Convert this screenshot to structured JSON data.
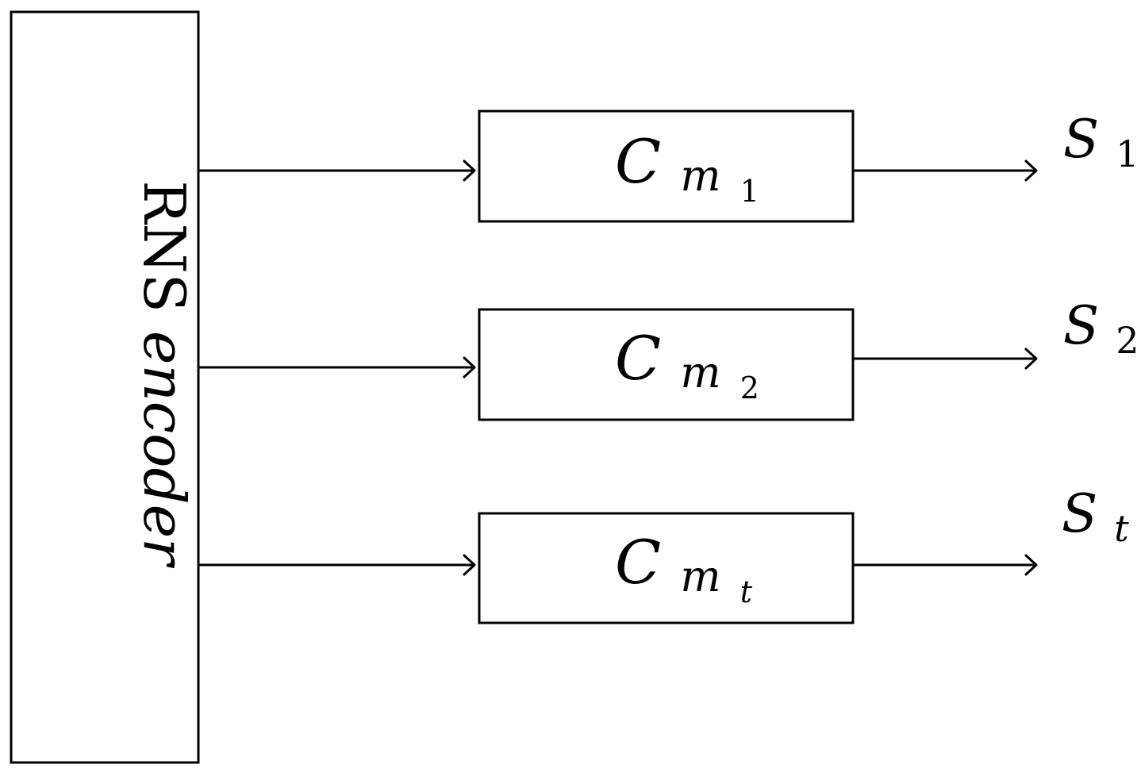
{
  "encoder": {
    "label_main": "RNS",
    "label_italic": "encoder"
  },
  "codes": [
    {
      "letter": "C",
      "base": "m",
      "index": "1"
    },
    {
      "letter": "C",
      "base": "m",
      "index": "2"
    },
    {
      "letter": "C",
      "base": "m",
      "index": "t"
    }
  ],
  "outputs": [
    {
      "base": "S",
      "index": "1"
    },
    {
      "base": "S",
      "index": "2"
    },
    {
      "base": "S",
      "index": "t"
    }
  ]
}
